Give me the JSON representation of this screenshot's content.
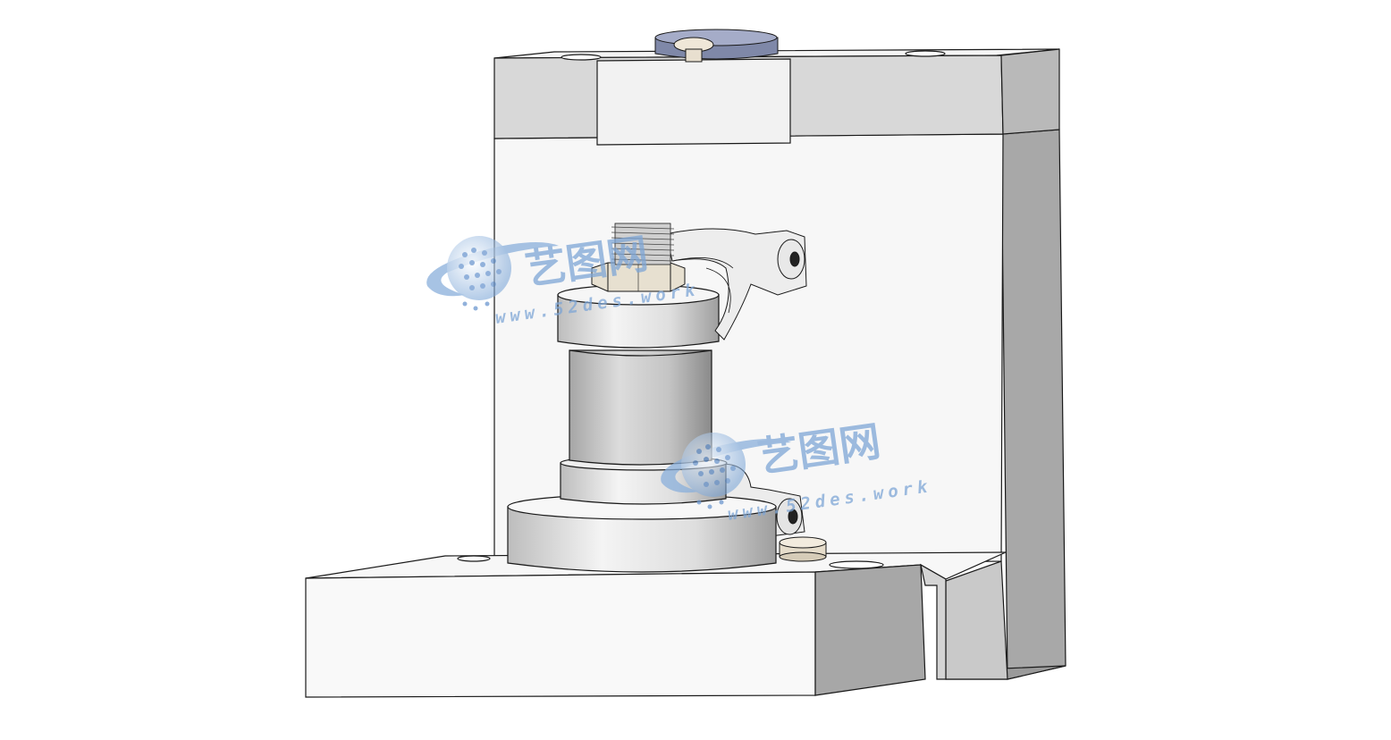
{
  "scene": {
    "subject": "3D CAD model render",
    "colors": {
      "background": "#ffffff",
      "face_light": "#f2f2f2",
      "face_mid": "#dcdcdc",
      "face_shadow": "#a9a9a9",
      "edge": "#1a1a1a",
      "cap_blue": "#8f98b8",
      "watermark": "#8ab0dc"
    }
  },
  "watermarks": [
    {
      "cn": "艺图网",
      "url": "www.52des.work"
    },
    {
      "cn": "艺图网",
      "url": "www.52des.work"
    }
  ]
}
